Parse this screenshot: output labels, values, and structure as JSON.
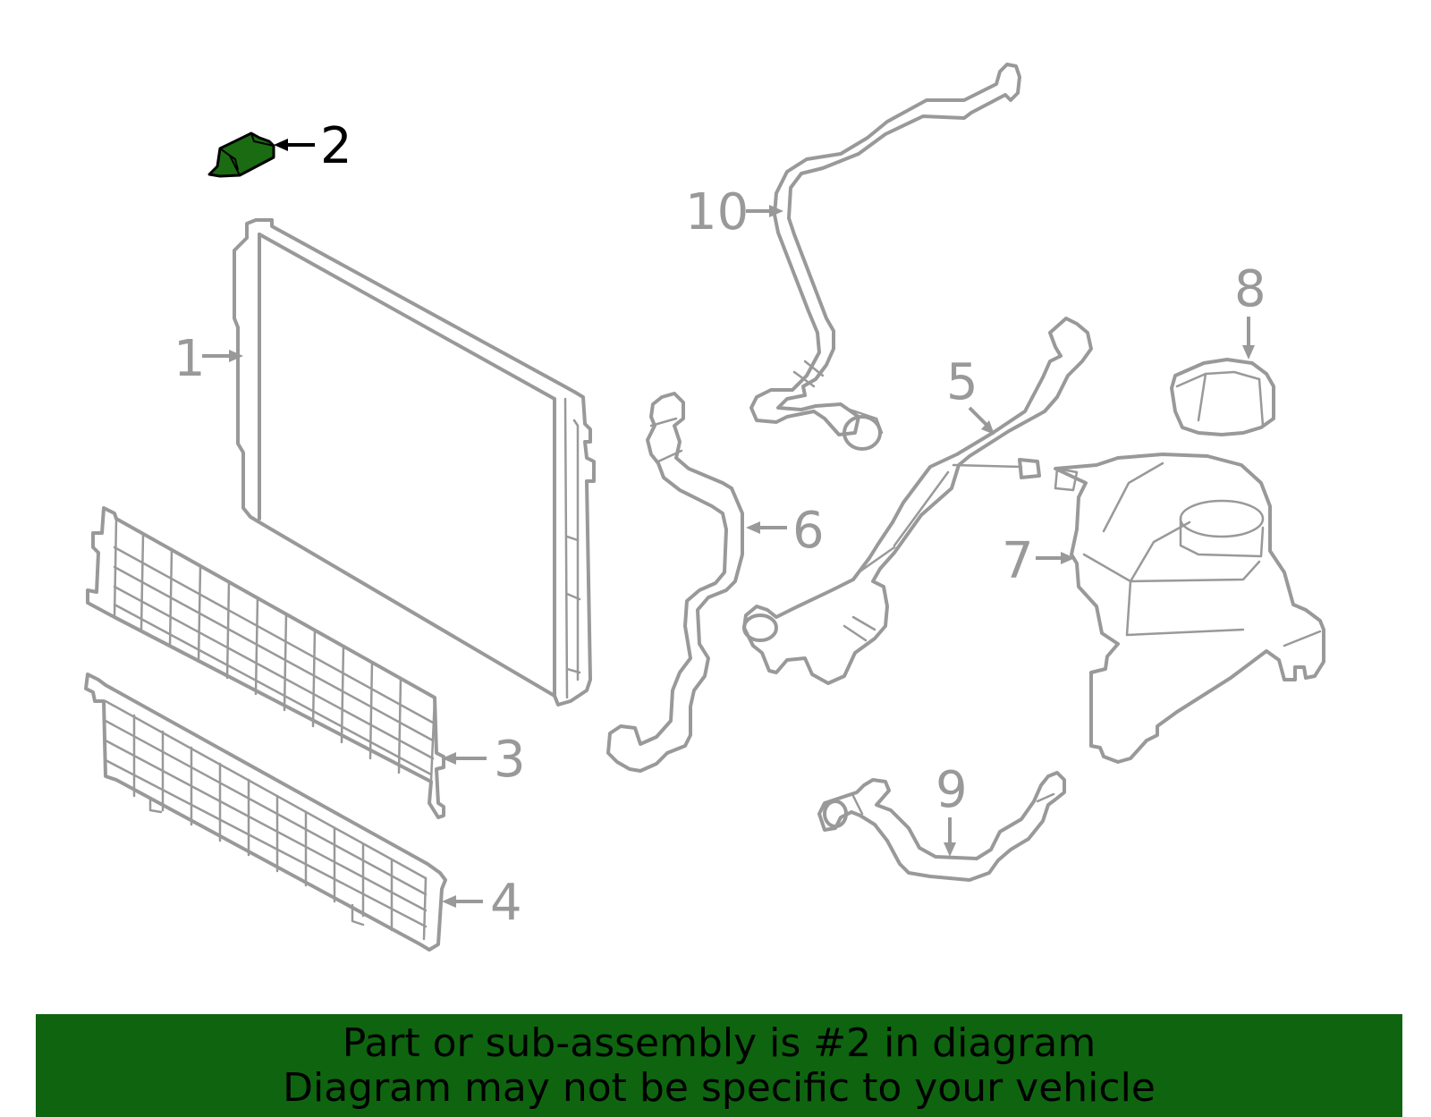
{
  "diagram": {
    "highlight_color": "#1a6b12",
    "line_color": "#999999",
    "callouts": [
      {
        "id": "1",
        "label": "1"
      },
      {
        "id": "2",
        "label": "2",
        "highlighted": true
      },
      {
        "id": "3",
        "label": "3"
      },
      {
        "id": "4",
        "label": "4"
      },
      {
        "id": "5",
        "label": "5"
      },
      {
        "id": "6",
        "label": "6"
      },
      {
        "id": "7",
        "label": "7"
      },
      {
        "id": "8",
        "label": "8"
      },
      {
        "id": "9",
        "label": "9"
      },
      {
        "id": "10",
        "label": "10"
      }
    ]
  },
  "banner": {
    "line1": "Part or sub-assembly is #2 in diagram",
    "line2": "Diagram may not be specific to your vehicle",
    "background": "#0f6410"
  }
}
